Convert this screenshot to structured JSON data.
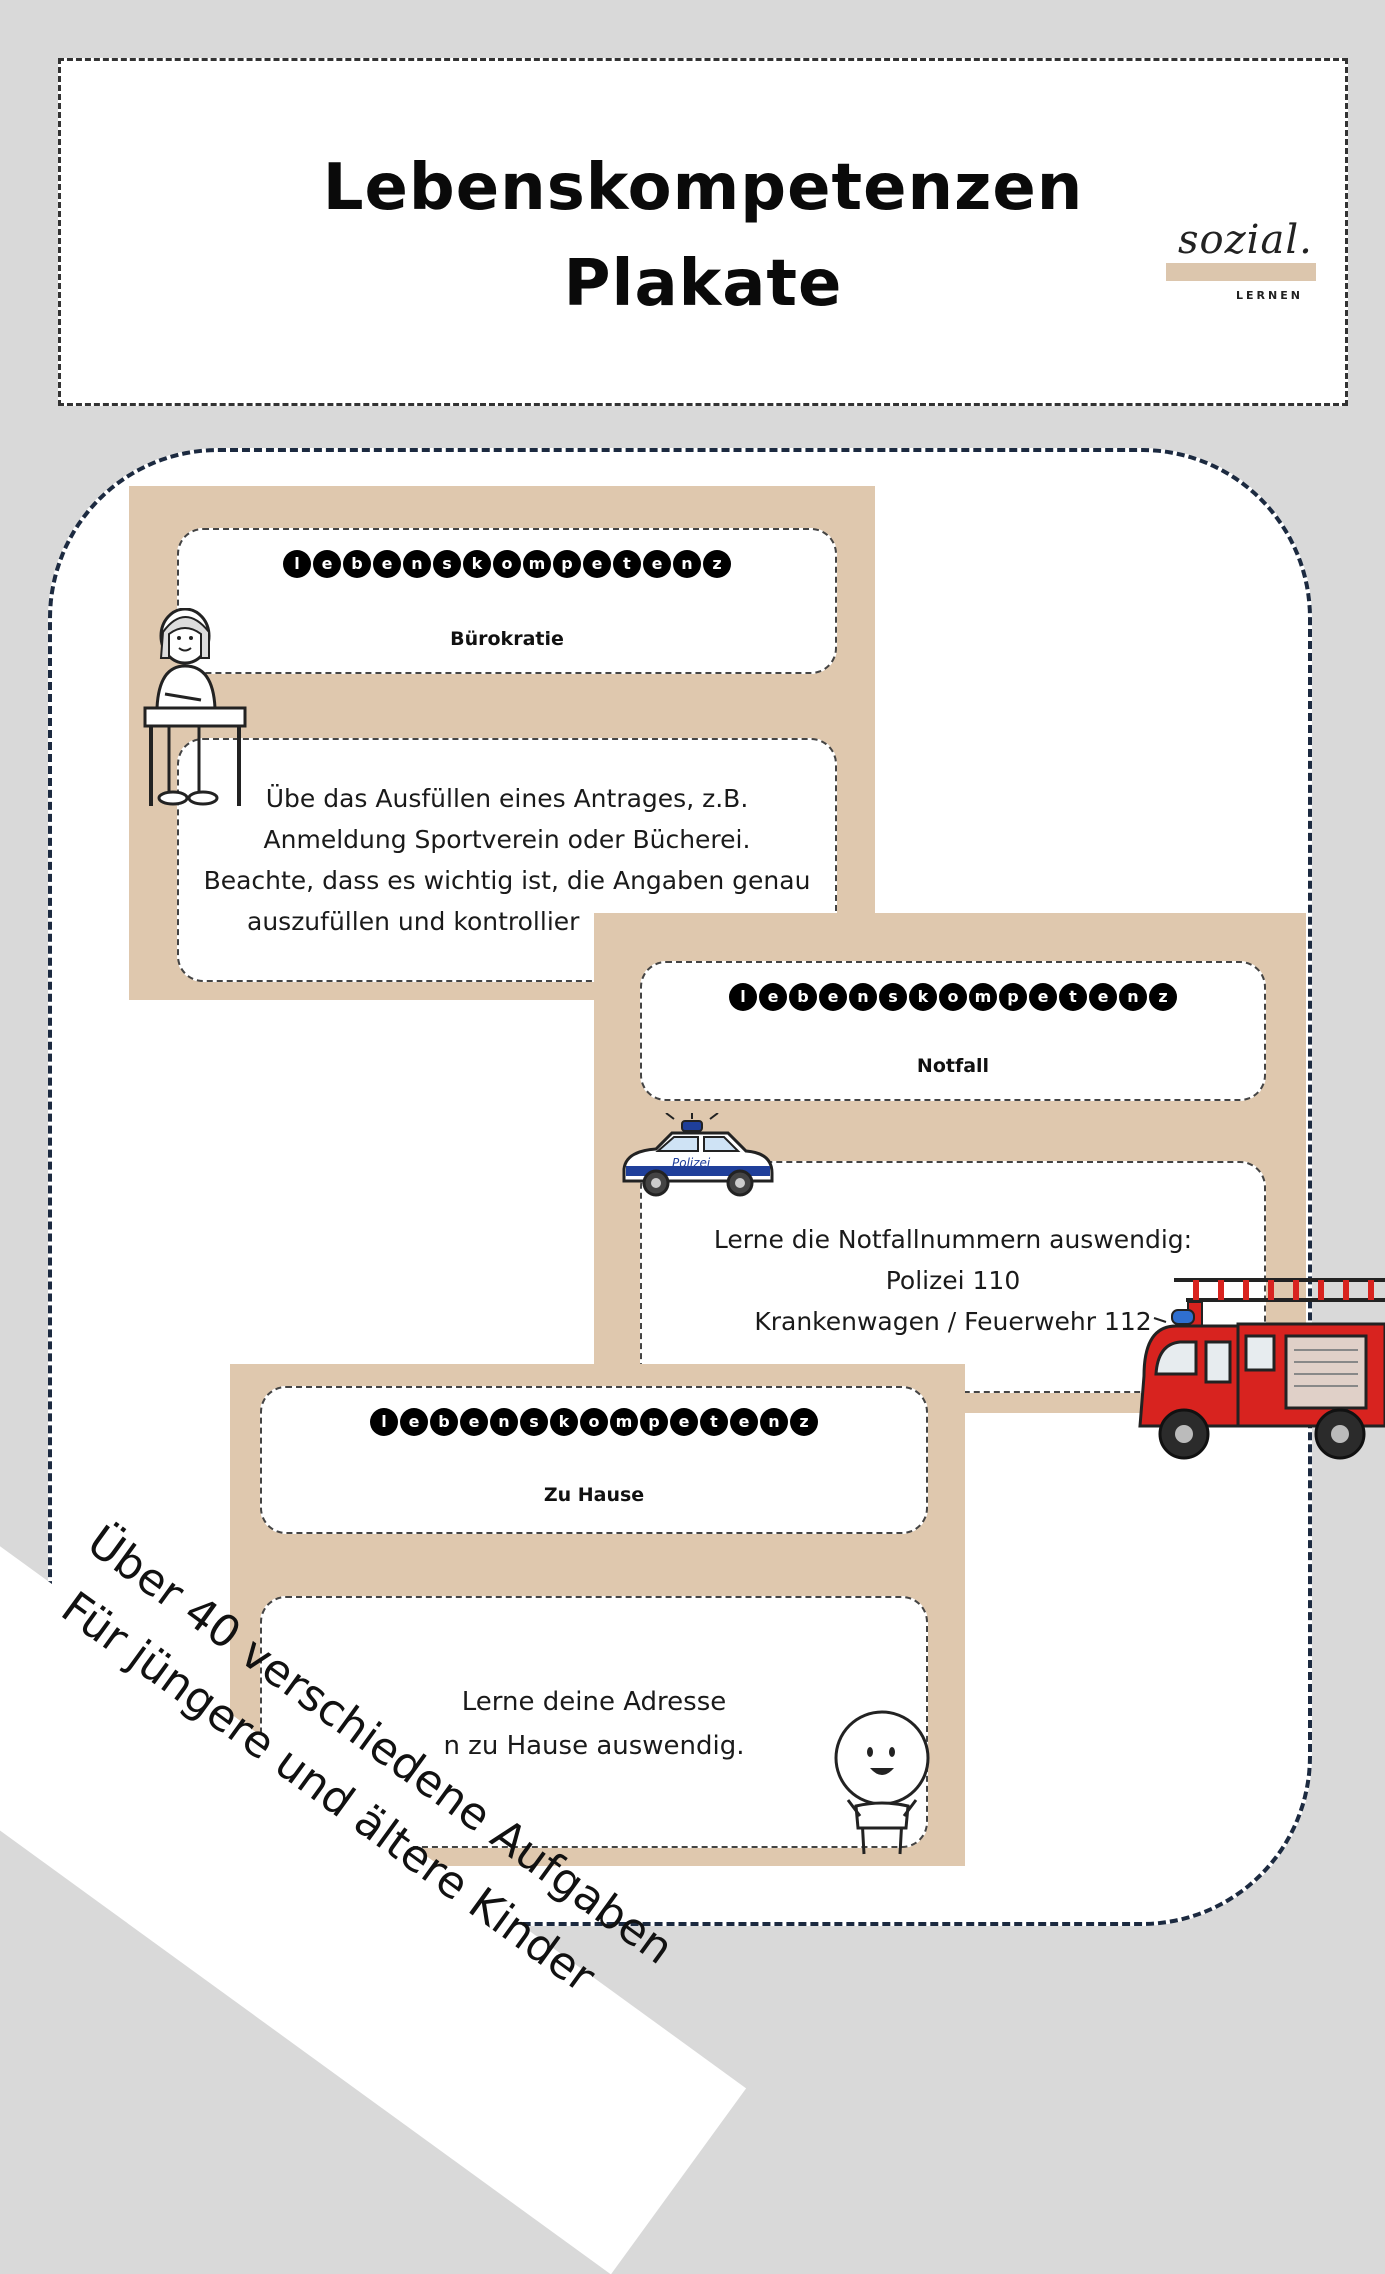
{
  "header": {
    "title_line1": "Lebenskompetenzen",
    "title_line2": "Plakate",
    "logo_script": "sozial.",
    "logo_sub": "LERNEN"
  },
  "cards": [
    {
      "heading": "Lebenskompetenz",
      "topic": "Bürokratie",
      "lines": [
        "Übe das Ausfüllen eines Antrages, z.B.",
        "Anmeldung Sportverein oder Bücherei.",
        "Beachte, dass es wichtig ist, die Angaben genau",
        "auszufüllen und kontrollier"
      ],
      "illustration": "person-at-desk"
    },
    {
      "heading": "Lebenskompetenz",
      "topic": "Notfall",
      "lines": [
        "Lerne die Notfallnummern auswendig:",
        "Polizei 110",
        "Krankenwagen / Feuerwehr 112"
      ],
      "illustration": "police-car",
      "car_label": "Polizei"
    },
    {
      "heading": "Lebenskompetenz",
      "topic": "Zu Hause",
      "lines": [
        "Lerne deine Adresse",
        "n zu Hause auswendig."
      ],
      "illustration": "smiling-figure"
    }
  ],
  "banner": {
    "line1": "Über 40 verschiedene Aufgaben",
    "line2": "Für jüngere und ältere Kinder"
  },
  "colors": {
    "background": "#d9d9d9",
    "card": "#dfc8ae",
    "panel_border": "#1c2a40",
    "firetruck_red": "#d8231f",
    "police_blue": "#1f3f9a"
  }
}
